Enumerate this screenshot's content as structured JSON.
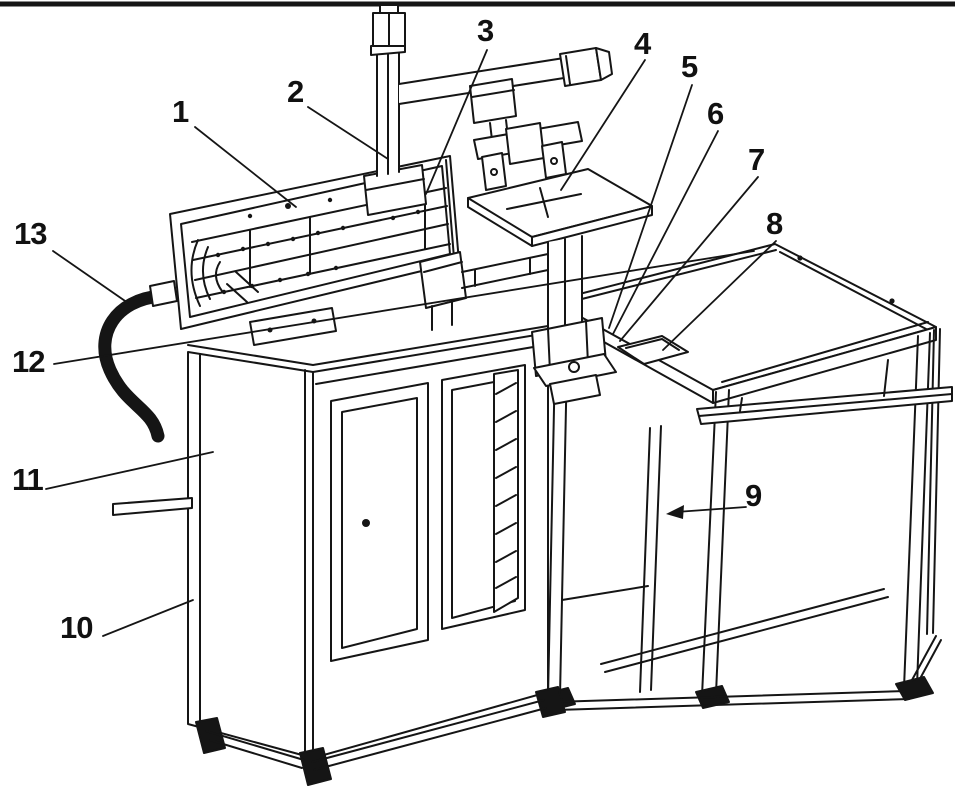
{
  "figure": {
    "background_color": "#ffffff",
    "line_color": "#151515",
    "callouts": [
      {
        "label": "1"
      },
      {
        "label": "2"
      },
      {
        "label": "3"
      },
      {
        "label": "4"
      },
      {
        "label": "5"
      },
      {
        "label": "6"
      },
      {
        "label": "7"
      },
      {
        "label": "8"
      },
      {
        "label": "9"
      },
      {
        "label": "10"
      },
      {
        "label": "11"
      },
      {
        "label": "12"
      },
      {
        "label": "13"
      }
    ]
  }
}
